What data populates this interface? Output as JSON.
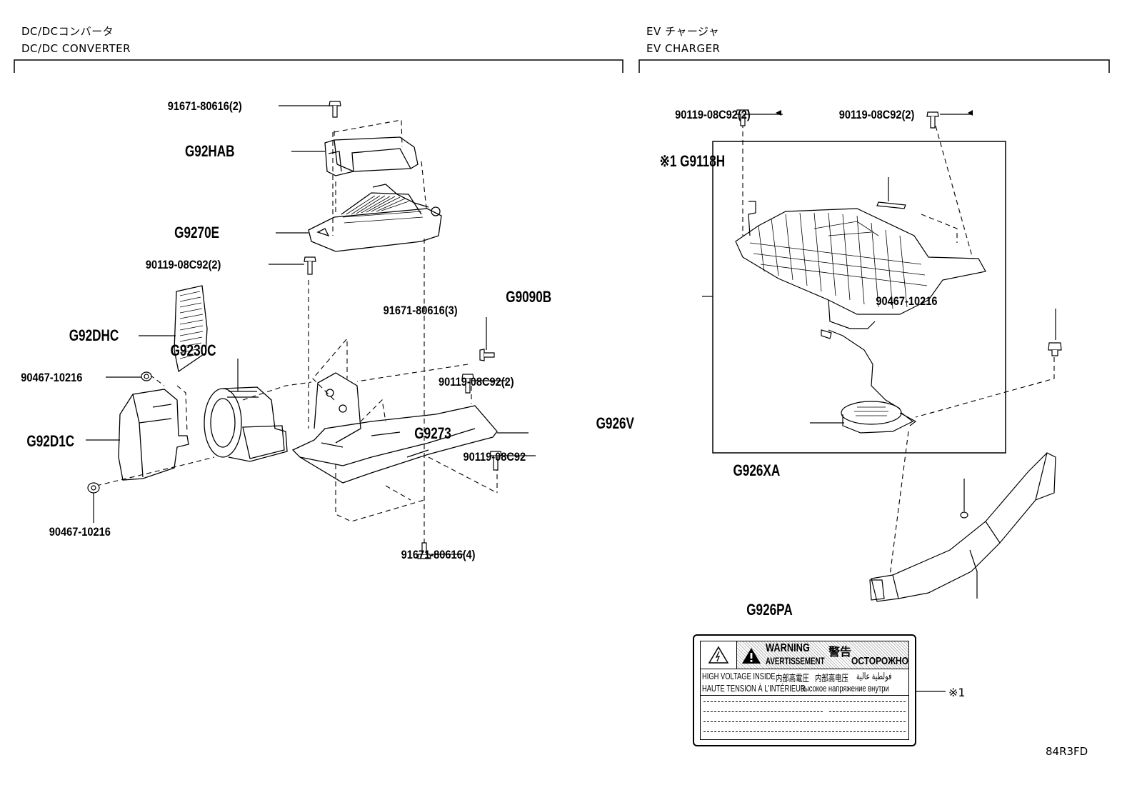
{
  "sections": {
    "left": {
      "title_jp": "DC/DCコンバータ",
      "title_en": "DC/DC CONVERTER"
    },
    "right": {
      "title_jp": "EV チャージャ",
      "title_en": "EV CHARGER"
    }
  },
  "labels": {
    "p_91671_2": "91671-80616(2)",
    "g92hab": "G92HAB",
    "g9270e": "G9270E",
    "p_90119_2a": "90119-08C92(2)",
    "g92dhc": "G92DHC",
    "p_91671_3": "91671-80616(3)",
    "g9230c": "G9230C",
    "p_90467_a": "90467-10216",
    "p_90119_2b": "90119-08C92(2)",
    "g92d1c": "G92D1C",
    "g9273": "G9273",
    "p_90119_c": "90119-08C92",
    "p_90467_b": "90467-10216",
    "p_91671_4": "91671-80616(4)",
    "p_90119_r1": "90119-08C92(2)",
    "p_90119_r2": "90119-08C92(2)",
    "g9118h": "※1 G9118H",
    "g9090b": "G9090B",
    "p_90467_r": "90467-10216",
    "g926v": "G926V",
    "g926xa": "G926XA",
    "g926pa": "G926PA",
    "note1": "※1"
  },
  "warning_label": {
    "warning": "WARNING",
    "kanji": "警告",
    "avert": "AVERTISSEMENT",
    "russian": "ОСТОРОЖНО",
    "hv_en": "HIGH VOLTAGE INSIDE",
    "hv_jp": "内部高電圧",
    "hv_cn": "内部高电压",
    "hv_ar": "فولطية عالية",
    "hv_fr": "HAUTE TENSION À L'INTÉRIEUR",
    "hv_ru": "высокое напряжение внутри"
  },
  "doc_id": "84R3FD"
}
